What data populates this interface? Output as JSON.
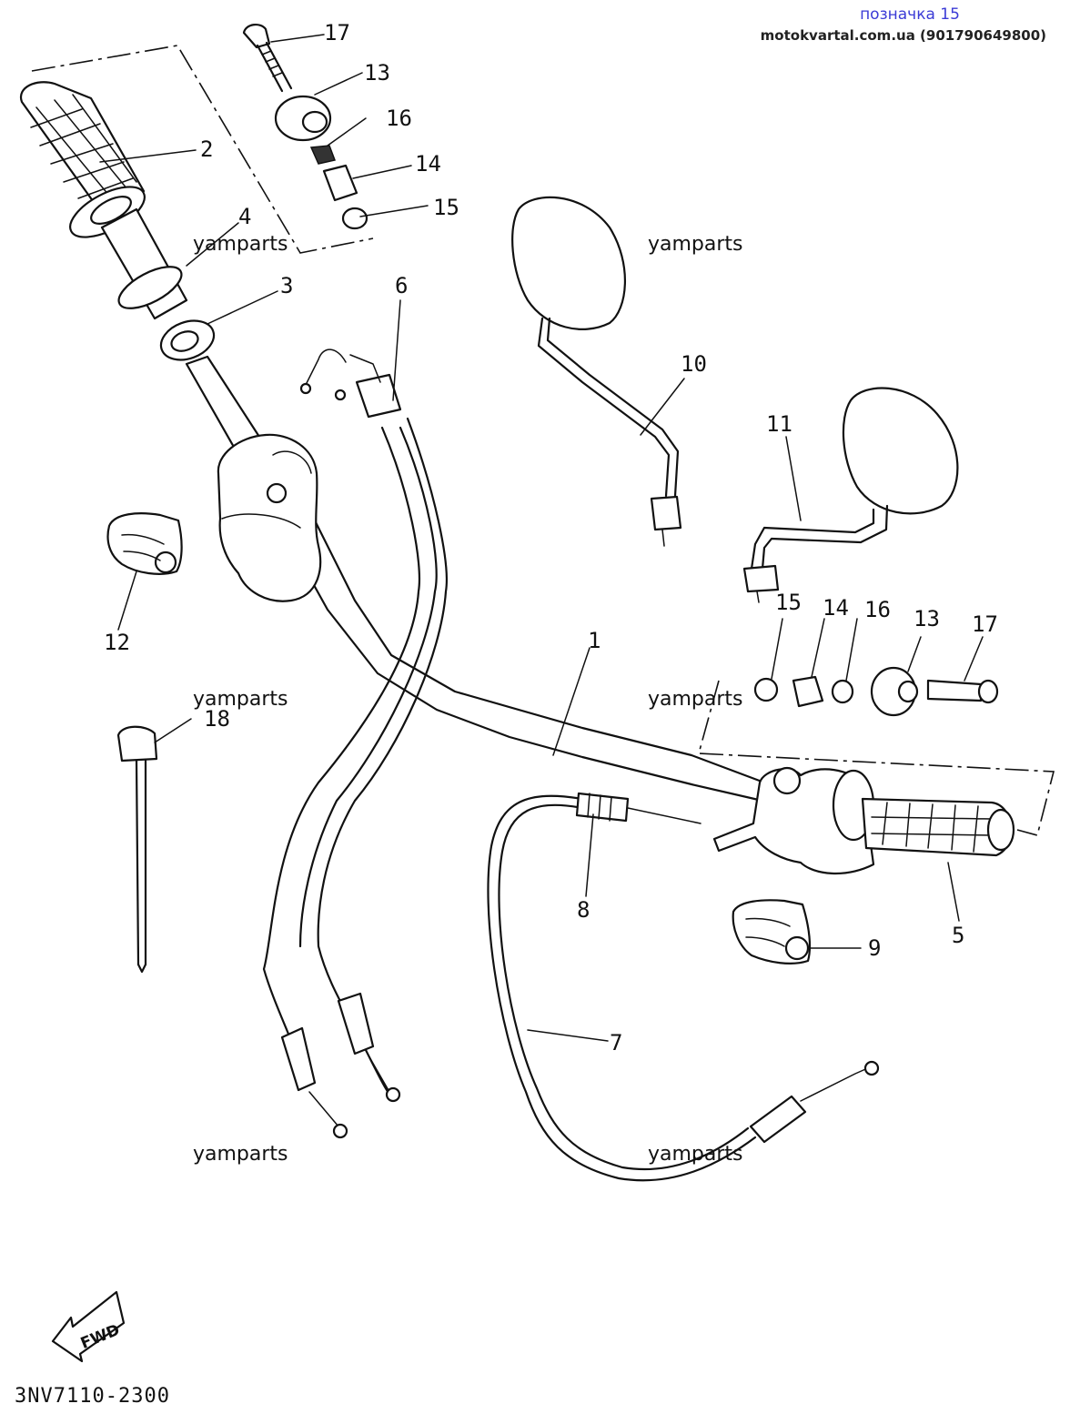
{
  "header": {
    "title": "позначка 15",
    "site": "motokvartal.com.ua (901790649800)"
  },
  "watermark": "yamparts",
  "diagram_code": "3NV7110-2300",
  "fwd_label": "FWD",
  "callouts": [
    "1",
    "2",
    "3",
    "4",
    "5",
    "6",
    "7",
    "8",
    "9",
    "10",
    "11",
    "12",
    "13",
    "14",
    "15",
    "16",
    "17",
    "18",
    "13",
    "14",
    "15",
    "16",
    "17"
  ]
}
